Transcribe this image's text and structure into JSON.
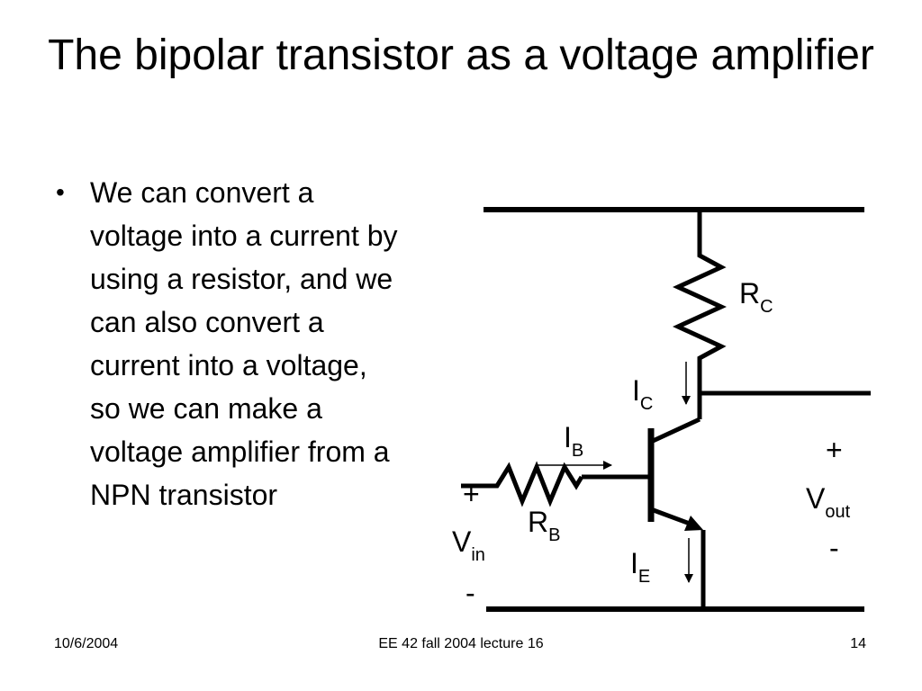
{
  "slide": {
    "title": "The bipolar transistor as a voltage amplifier",
    "bullets": [
      "We can convert a voltage into a current by using a resistor, and we can also convert a current into a voltage, so we can make a voltage amplifier from a NPN transistor"
    ]
  },
  "circuit": {
    "rc_main": "R",
    "rc_sub": "C",
    "rb_main": "R",
    "rb_sub": "B",
    "ic_main": "I",
    "ic_sub": "C",
    "ib_main": "I",
    "ib_sub": "B",
    "ie_main": "I",
    "ie_sub": "E",
    "vin_plus": "+",
    "vin_main": "V",
    "vin_sub": "in",
    "vin_minus": "-",
    "vout_plus": "+",
    "vout_main": "V",
    "vout_sub": "out",
    "vout_minus": "-"
  },
  "footer": {
    "date": "10/6/2004",
    "course": "EE 42 fall 2004 lecture 16",
    "page": "14"
  }
}
